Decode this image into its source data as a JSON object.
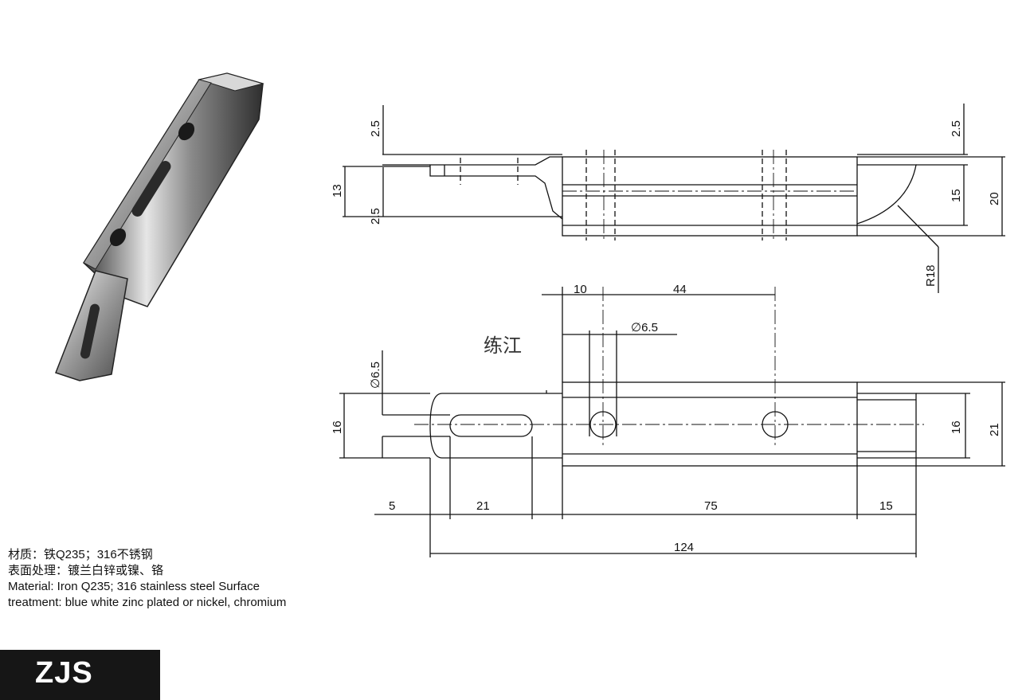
{
  "product": {
    "model": "ZJS",
    "watermark": "练江",
    "spec_lines": [
      "材质：铁Q235；316不锈钢",
      "表面处理：镀兰白锌或镍、铬",
      "Material: Iron Q235; 316 stainless steel Surface",
      "treatment: blue white zinc plated or nickel, chromium"
    ]
  },
  "dimensions": {
    "side": {
      "top_gap_left": "2.5",
      "height_left": "13",
      "bottom_gap_left": "2.5",
      "top_gap_right": "2.5",
      "inner_height": "15",
      "total_height": "20",
      "radius": "R18"
    },
    "top": {
      "hole_offset": "10",
      "hole_spacing": "44",
      "hole_dia": "∅6.5",
      "slot_dia": "∅6.5",
      "slot_width": "16",
      "body_width": "21",
      "end_radius": "5",
      "slot_length": "21",
      "body_length": "75",
      "tip_length": "15",
      "overall_length": "124"
    }
  },
  "colors": {
    "line": "#111111",
    "badge_bg": "#161616",
    "badge_text": "#ffffff"
  }
}
